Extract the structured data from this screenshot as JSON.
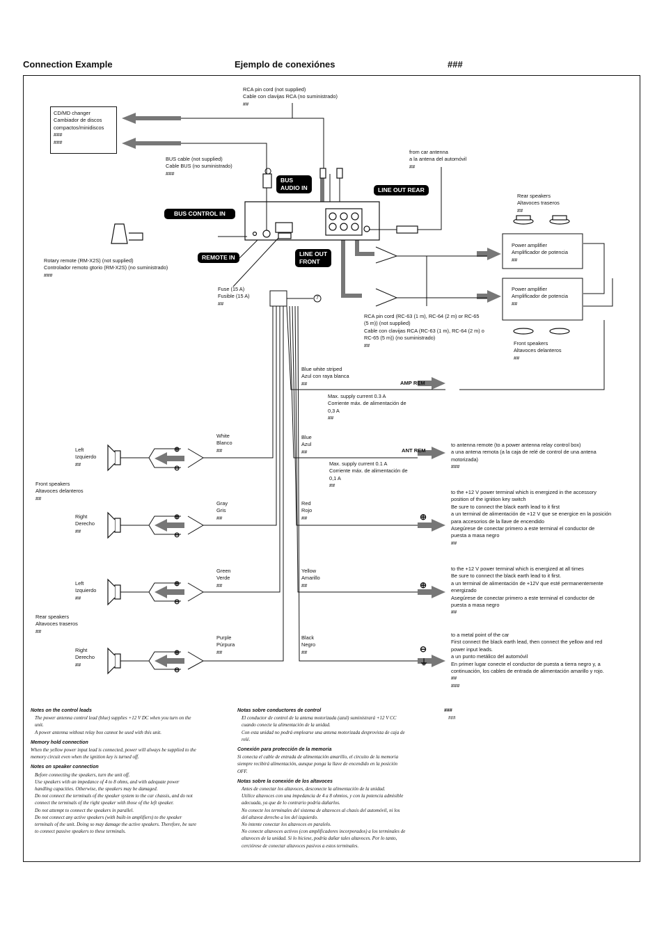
{
  "headings": {
    "en": "Connection Example",
    "es": "Ejemplo de conexiónes",
    "jp": "###"
  },
  "labels": {
    "rca_cord": "RCA pin cord (not supplied)\nCable con clavijas RCA (no suministrado)\n##",
    "changer": "CD/MD changer\nCambiador de discos\ncompactos/minidiscos\n###\n###",
    "bus_cable": "BUS cable (not supplied)\nCable BUS (no suministrado)\n###",
    "antenna": "from car antenna\na la antena del automóvil\n##",
    "rear_spk_top": "Rear speakers\nAltavoces traseros\n##",
    "amp1": "Power amplifier\nAmplificador de potencia\n##",
    "amp2": "Power amplifier\nAmplificador de potencia\n##",
    "rotary": "Rotary remote (RM-X2S) (not supplied)\nControlador remoto gtorio (RM-X2S) (no suministrado)\n###",
    "fuse": "Fuse (15 A)\nFusible (15 A)\n##",
    "fuse_num": "7",
    "rca_long": "RCA pin cord (RC-63 (1 m), RC-64 (2 m) or RC-65\n(5 m)) (not supplied)\nCable con clavijas RCA (RC-63 (1 m), RC-64 (2 m) o\nRC-65 (5 m)) (no suministrado)\n##",
    "front_spk_top": "Front speakers\nAltavoces delanteros\n##",
    "blue_white": "Blue white striped\nAzul con raya blanca\n##",
    "amp_rem": "AMP REM",
    "amp_supply": "Max. supply current 0.3 A\nCorriente máx. de alimentación de\n0,3 A\n##",
    "blue": "Blue\nAzul\n##",
    "ant_rem": "ANT REM",
    "ant_supply": "Max. supply current 0.1 A\nCorriente máx. de alimentación de\n0,1 A\n##",
    "ant_desc": "to antenna remote (to a power antenna relay control box)\na una antena remota (a la caja de relé de control de una antena\nmotorizada)\n###",
    "white": "White\nBlanco\n##",
    "left1": "Left\nIzquierdo\n##",
    "front_spk": "Front speakers\nAltavoces delanteros\n##",
    "gray": "Gray\nGris\n##",
    "right1": "Right\nDerecho\n##",
    "red": "Red\nRojo\n##",
    "red_desc": "to the +12 V power terminal which is energized in the accessory\nposition of the ignition key switch\nBe sure to connect the black earth lead to it first\na un terminal de alimentación de +12 V que se energice en la posición\npara accesorios de la llave de encendido\nAsegúrese de conectar primero a este terminal el conductor de\npuesta a masa negro\n##",
    "green": "Green\nVerde\n##",
    "left2": "Left\nIzquierdo\n##",
    "rear_spk": "Rear speakers\nAltavoces traseros\n##",
    "yellow": "Yellow\nAmarillo\n##",
    "yellow_desc": "to the +12 V power terminal which is energized at all times\nBe sure to connect the black earth lead to it first.\na un terminal de alimentación de +12V que esté permanentemente\nenergizado\nAsegúrese de conectar primero a este terminal el conductor de\npuesta a masa negro\n##",
    "purple": "Purple\nPúrpura\n##",
    "right2": "Right\nDerecho\n##",
    "black": "Black\nNegro\n##",
    "black_desc": "to a metal point of the car\nFirst connect the black earth lead, then connect the yellow and red\npower input leads.\na un punto metálico del automóvil\nEn primer lugar conecte el conductor de puesta a tierra negro y, a\ncontinuación, los cables de entrada de alimentación amarillo y rojo.\n##\n###"
  },
  "tags": {
    "bus_audio_in": "BUS\nAUDIO IN",
    "line_out_rear": "LINE OUT REAR",
    "bus_control_in": "BUS CONTROL IN",
    "remote_in": "REMOTE IN",
    "line_out_front": "LINE OUT\nFRONT"
  },
  "notes": {
    "en": [
      {
        "h": "Notes on the control leads",
        "b": "The power antenna control lead (blue) supplies +12 V DC when you turn on the\nunit.\nA power antenna without relay box cannot be used with this unit.",
        "indent": true
      },
      {
        "h": "Memory hold connection",
        "b": "When the yellow power input lead is connected, power will always be supplied to the\nmemory circuit even when the ignition key is turned off.",
        "indent": false
      },
      {
        "h": "Notes on speaker connection",
        "b": "Before connecting the speakers, turn the unit off.\nUse speakers with an impedance of 4 to 8 ohms, and with adequate power\nhandling capacities. Otherwise, the speakers may be damaged.\nDo not connect the terminals of the speaker system to the car chassis, and do not\nconnect the terminals of the right speaker with those of the left speaker.\nDo not attempt to connect the speakers in parallel.\nDo not connect any active speakers (with built-in amplifiers) to the speaker\nterminals of the unit. Doing so may damage the active speakers. Therefore, be sure\nto connect passive speakers to these terminals.",
        "indent": true
      }
    ],
    "es": [
      {
        "h": "Notas sobre conductores de control",
        "b": "El conductor de control de la antena motorizada (azul) suministrará +12 V CC\ncuando conecte la alimentación de la unidad.\nCon esta unidad no podrá emplearse una antena motorizada desprovista de caja de\nrelé.",
        "indent": true
      },
      {
        "h": "Conexión para protección de la memoria",
        "b": "Si conecta el cable de entrada de alimentación amarillo, el circuito de la memoria\nsiempre recibirá alimentación, aunque ponga la llave de encendido en la posición\nOFF.",
        "indent": false
      },
      {
        "h": "Notas sobre la conexión de los altavoces",
        "b": "Antes de conectar los altavoces, desconecte la alimentación de la unidad.\nUtilice altavoces con una impedancia de 4 a 8 ohmios, y con la potencia admisible\nadecuada, ya que de lo contrario podría dañarlos.\nNo conecte los terminales del sistema de altavoces al chasis del automóvil, ni los\ndel altavoz derecho a los del izquierdo.\nNo intente conectar los altavoces en paralelo.\nNo conecte altavoces activos (con amplificadores incorporados) a los terminales de\naltavoces de la unidad. Si lo hiciese, podría dañar tales altavoces. Por lo tanto,\ncerciórese de conectar altavoces pasivos a estos terminales.",
        "indent": true
      }
    ],
    "jp": {
      "h": "###",
      "b": "###"
    }
  }
}
